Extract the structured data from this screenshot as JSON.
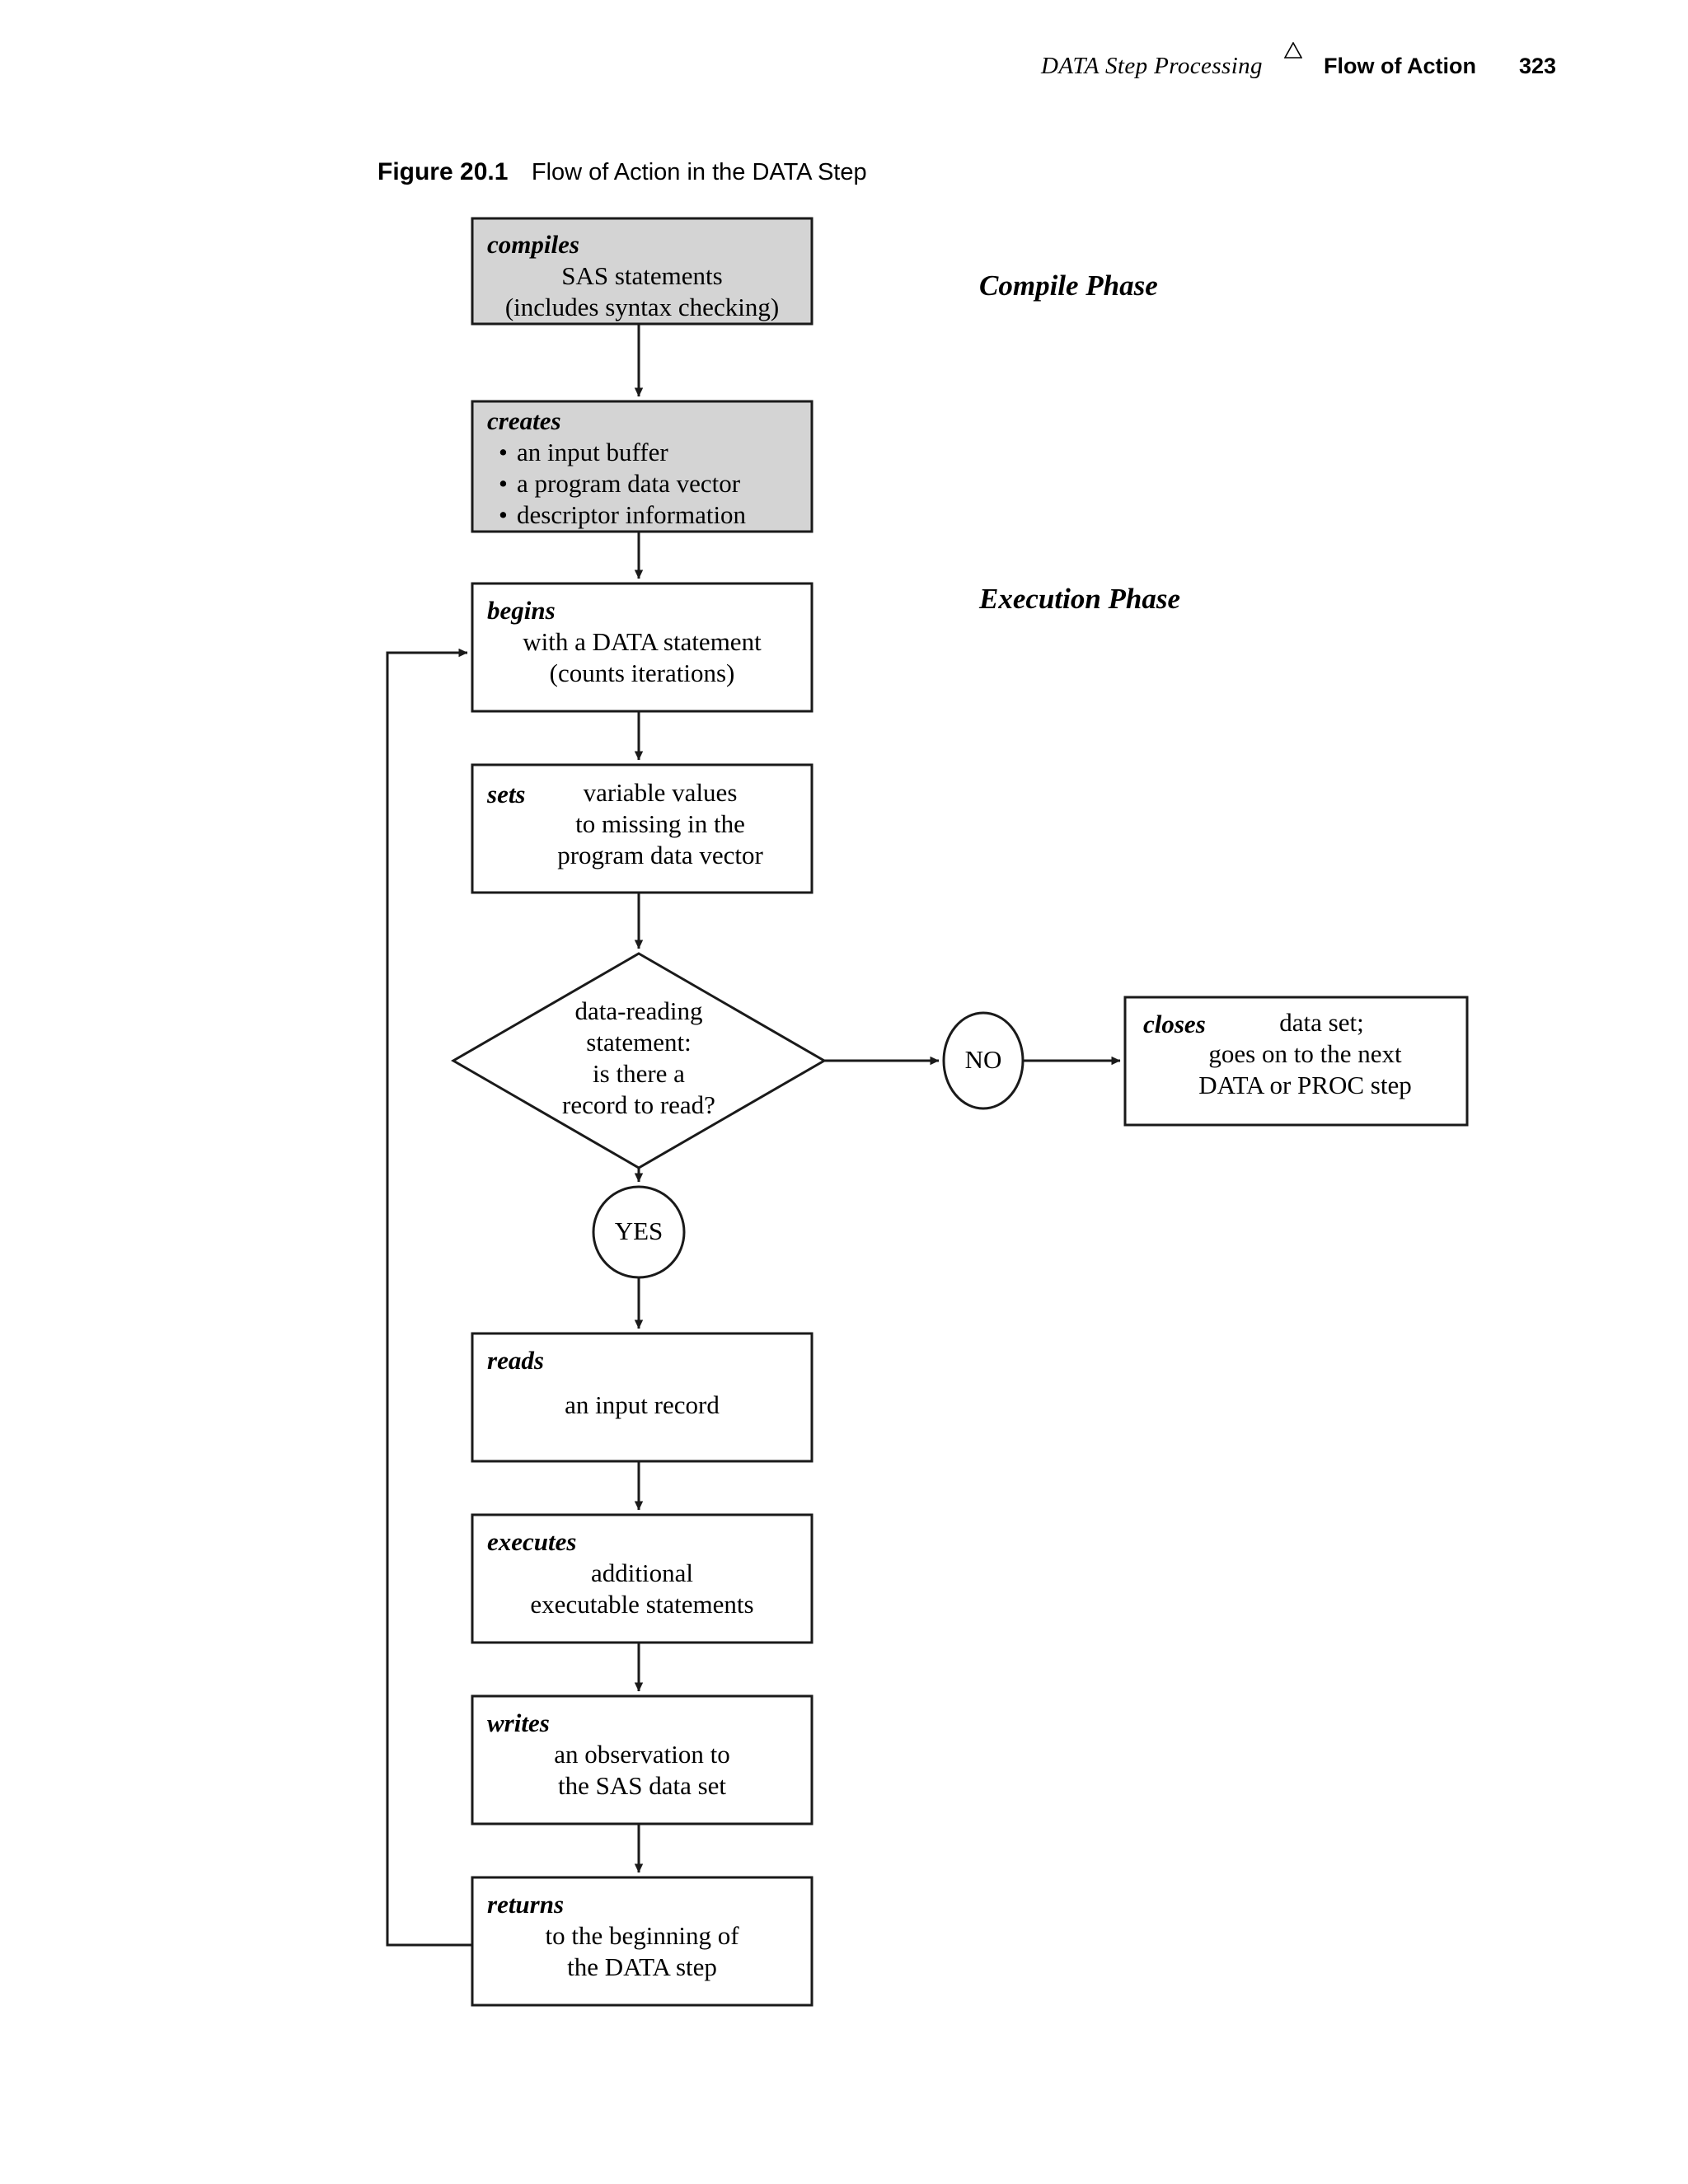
{
  "running_head": {
    "book_title": "DATA Step Processing",
    "separator_icon": "triangle-icon",
    "section": "Flow of Action",
    "page_number": "323"
  },
  "figure": {
    "number": "Figure 20.1",
    "title": "Flow of Action in the DATA Step"
  },
  "phases": {
    "compile": "Compile Phase",
    "execution": "Execution Phase"
  },
  "colors": {
    "compile_box_fill": "#d4d4d4",
    "execution_box_fill": "#ffffff",
    "stroke": "#1a1a1a",
    "text": "#000000",
    "page_background": "#ffffff"
  },
  "nodes": {
    "compiles": {
      "keyword": "compiles",
      "lines": [
        "SAS statements",
        "(includes syntax checking)"
      ],
      "shape": "rectangle",
      "fill": "shaded"
    },
    "creates": {
      "keyword": "creates",
      "bullets": [
        "an input buffer",
        "a program data vector",
        "descriptor information"
      ],
      "shape": "rectangle",
      "fill": "shaded"
    },
    "begins": {
      "keyword": "begins",
      "lines": [
        "with a DATA statement",
        "(counts iterations)"
      ],
      "shape": "rectangle",
      "fill": "white"
    },
    "sets": {
      "keyword": "sets",
      "lines": [
        "variable values",
        "to missing in the",
        "program data vector"
      ],
      "shape": "rectangle",
      "fill": "white"
    },
    "decision": {
      "lines": [
        "data-reading",
        "statement:",
        "is there a",
        "record to read?"
      ],
      "shape": "diamond",
      "fill": "white"
    },
    "no_badge": {
      "label": "NO",
      "shape": "ellipse"
    },
    "yes_badge": {
      "label": "YES",
      "shape": "circle"
    },
    "closes": {
      "keyword": "closes",
      "lines": [
        "data set;",
        "goes on to the next",
        "DATA or PROC step"
      ],
      "shape": "rectangle",
      "fill": "white"
    },
    "reads": {
      "keyword": "reads",
      "lines": [
        "an input record"
      ],
      "shape": "rectangle",
      "fill": "white"
    },
    "executes": {
      "keyword": "executes",
      "lines": [
        "additional",
        "executable statements"
      ],
      "shape": "rectangle",
      "fill": "white"
    },
    "writes": {
      "keyword": "writes",
      "lines": [
        "an observation to",
        "the SAS data set"
      ],
      "shape": "rectangle",
      "fill": "white"
    },
    "returns": {
      "keyword": "returns",
      "lines": [
        "to the beginning of",
        "the DATA step"
      ],
      "shape": "rectangle",
      "fill": "white"
    }
  },
  "edges": [
    {
      "from": "compiles",
      "to": "creates",
      "label": ""
    },
    {
      "from": "creates",
      "to": "begins",
      "label": ""
    },
    {
      "from": "begins",
      "to": "sets",
      "label": ""
    },
    {
      "from": "sets",
      "to": "decision",
      "label": ""
    },
    {
      "from": "decision",
      "to": "no_badge",
      "label": "NO"
    },
    {
      "from": "no_badge",
      "to": "closes",
      "label": ""
    },
    {
      "from": "decision",
      "to": "yes_badge",
      "label": "YES"
    },
    {
      "from": "yes_badge",
      "to": "reads",
      "label": ""
    },
    {
      "from": "reads",
      "to": "executes",
      "label": ""
    },
    {
      "from": "executes",
      "to": "writes",
      "label": ""
    },
    {
      "from": "writes",
      "to": "returns",
      "label": ""
    },
    {
      "from": "returns",
      "to": "begins",
      "label": ""
    }
  ]
}
